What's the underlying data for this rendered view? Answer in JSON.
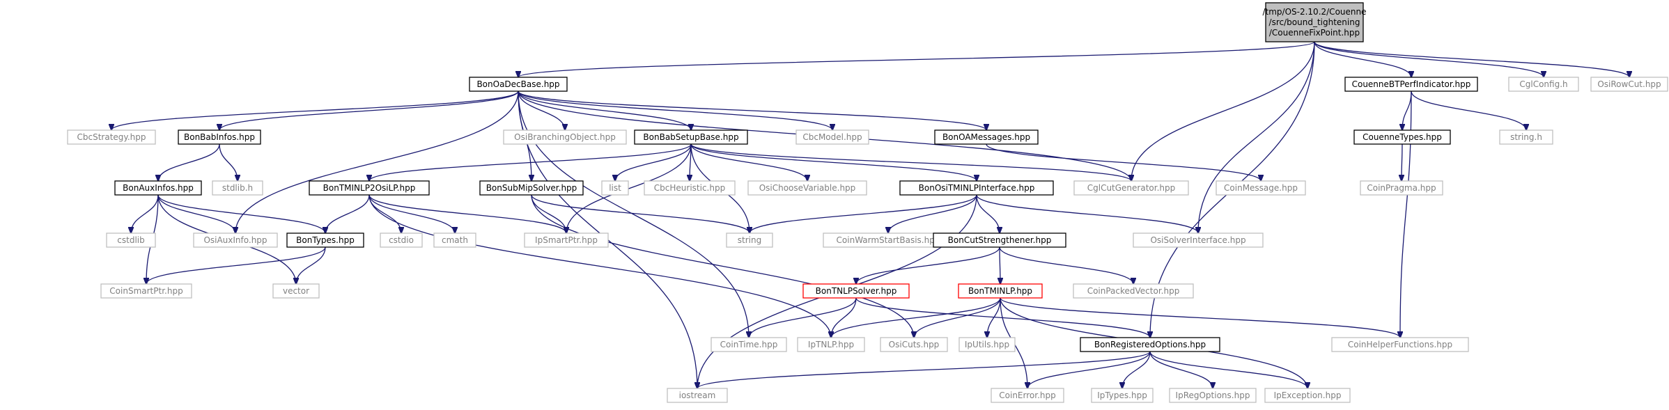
{
  "diagram": {
    "type": "include-dependency-graph",
    "nodes": [
      {
        "id": "root",
        "lines": [
          "/tmp/OS-2.10.2/Couenne",
          "/src/bound_tightening",
          "/CouenneFixPoint.hpp"
        ],
        "style": "root"
      },
      {
        "id": "BonOaDecBase",
        "lines": [
          "BonOaDecBase.hpp"
        ],
        "style": "doc"
      },
      {
        "id": "CouenneBTPerfIndicator",
        "lines": [
          "CouenneBTPerfIndicator.hpp"
        ],
        "style": "doc"
      },
      {
        "id": "CglConfig",
        "lines": [
          "CglConfig.h"
        ],
        "style": "ext"
      },
      {
        "id": "OsiRowCut",
        "lines": [
          "OsiRowCut.hpp"
        ],
        "style": "ext"
      },
      {
        "id": "CbcStrategy",
        "lines": [
          "CbcStrategy.hpp"
        ],
        "style": "ext"
      },
      {
        "id": "BonBabInfos",
        "lines": [
          "BonBabInfos.hpp"
        ],
        "style": "doc"
      },
      {
        "id": "OsiBranchingObject",
        "lines": [
          "OsiBranchingObject.hpp"
        ],
        "style": "ext"
      },
      {
        "id": "BonBabSetupBase",
        "lines": [
          "BonBabSetupBase.hpp"
        ],
        "style": "doc"
      },
      {
        "id": "CbcModel",
        "lines": [
          "CbcModel.hpp"
        ],
        "style": "ext"
      },
      {
        "id": "BonOAMessages",
        "lines": [
          "BonOAMessages.hpp"
        ],
        "style": "doc"
      },
      {
        "id": "CouenneTypes",
        "lines": [
          "CouenneTypes.hpp"
        ],
        "style": "doc"
      },
      {
        "id": "stringh",
        "lines": [
          "string.h"
        ],
        "style": "ext"
      },
      {
        "id": "BonAuxInfos",
        "lines": [
          "BonAuxInfos.hpp"
        ],
        "style": "doc"
      },
      {
        "id": "stdlibh",
        "lines": [
          "stdlib.h"
        ],
        "style": "ext"
      },
      {
        "id": "BonTMINLP2OsiLP",
        "lines": [
          "BonTMINLP2OsiLP.hpp"
        ],
        "style": "doc"
      },
      {
        "id": "BonSubMipSolver",
        "lines": [
          "BonSubMipSolver.hpp"
        ],
        "style": "doc"
      },
      {
        "id": "list",
        "lines": [
          "list"
        ],
        "style": "ext"
      },
      {
        "id": "CbcHeuristic",
        "lines": [
          "CbcHeuristic.hpp"
        ],
        "style": "ext"
      },
      {
        "id": "OsiChooseVariable",
        "lines": [
          "OsiChooseVariable.hpp"
        ],
        "style": "ext"
      },
      {
        "id": "BonOsiTMINLPInterface",
        "lines": [
          "BonOsiTMINLPInterface.hpp"
        ],
        "style": "doc"
      },
      {
        "id": "CglCutGenerator",
        "lines": [
          "CglCutGenerator.hpp"
        ],
        "style": "ext"
      },
      {
        "id": "CoinMessage",
        "lines": [
          "CoinMessage.hpp"
        ],
        "style": "ext"
      },
      {
        "id": "CoinPragma",
        "lines": [
          "CoinPragma.hpp"
        ],
        "style": "ext"
      },
      {
        "id": "cstdlib",
        "lines": [
          "cstdlib"
        ],
        "style": "ext"
      },
      {
        "id": "OsiAuxInfo",
        "lines": [
          "OsiAuxInfo.hpp"
        ],
        "style": "ext"
      },
      {
        "id": "BonTypes",
        "lines": [
          "BonTypes.hpp"
        ],
        "style": "doc"
      },
      {
        "id": "cstdio",
        "lines": [
          "cstdio"
        ],
        "style": "ext"
      },
      {
        "id": "cmath",
        "lines": [
          "cmath"
        ],
        "style": "ext"
      },
      {
        "id": "IpSmartPtr",
        "lines": [
          "IpSmartPtr.hpp"
        ],
        "style": "ext"
      },
      {
        "id": "string",
        "lines": [
          "string"
        ],
        "style": "ext"
      },
      {
        "id": "CoinWarmStartBasis",
        "lines": [
          "CoinWarmStartBasis.hpp"
        ],
        "style": "ext"
      },
      {
        "id": "BonCutStrengthener",
        "lines": [
          "BonCutStrengthener.hpp"
        ],
        "style": "doc"
      },
      {
        "id": "OsiSolverInterface",
        "lines": [
          "OsiSolverInterface.hpp"
        ],
        "style": "ext"
      },
      {
        "id": "CoinSmartPtr",
        "lines": [
          "CoinSmartPtr.hpp"
        ],
        "style": "ext"
      },
      {
        "id": "vector",
        "lines": [
          "vector"
        ],
        "style": "ext"
      },
      {
        "id": "BonTNLPSolver",
        "lines": [
          "BonTNLPSolver.hpp"
        ],
        "style": "trunc"
      },
      {
        "id": "BonTMINLP",
        "lines": [
          "BonTMINLP.hpp"
        ],
        "style": "trunc"
      },
      {
        "id": "CoinPackedVector",
        "lines": [
          "CoinPackedVector.hpp"
        ],
        "style": "ext"
      },
      {
        "id": "CoinTime",
        "lines": [
          "CoinTime.hpp"
        ],
        "style": "ext"
      },
      {
        "id": "IpTNLP",
        "lines": [
          "IpTNLP.hpp"
        ],
        "style": "ext"
      },
      {
        "id": "OsiCuts",
        "lines": [
          "OsiCuts.hpp"
        ],
        "style": "ext"
      },
      {
        "id": "IpUtils",
        "lines": [
          "IpUtils.hpp"
        ],
        "style": "ext"
      },
      {
        "id": "BonRegisteredOptions",
        "lines": [
          "BonRegisteredOptions.hpp"
        ],
        "style": "doc"
      },
      {
        "id": "CoinHelperFunctions",
        "lines": [
          "CoinHelperFunctions.hpp"
        ],
        "style": "ext"
      },
      {
        "id": "iostream",
        "lines": [
          "iostream"
        ],
        "style": "ext"
      },
      {
        "id": "CoinError",
        "lines": [
          "CoinError.hpp"
        ],
        "style": "ext"
      },
      {
        "id": "IpTypes",
        "lines": [
          "IpTypes.hpp"
        ],
        "style": "ext"
      },
      {
        "id": "IpRegOptions",
        "lines": [
          "IpRegOptions.hpp"
        ],
        "style": "ext"
      },
      {
        "id": "IpException",
        "lines": [
          "IpException.hpp"
        ],
        "style": "ext"
      }
    ],
    "edges": [
      [
        "root",
        "BonOaDecBase"
      ],
      [
        "root",
        "CouenneBTPerfIndicator"
      ],
      [
        "root",
        "CglConfig"
      ],
      [
        "root",
        "OsiRowCut"
      ],
      [
        "root",
        "CglCutGenerator"
      ],
      [
        "root",
        "OsiSolverInterface"
      ],
      [
        "root",
        "BonRegisteredOptions"
      ],
      [
        "BonOaDecBase",
        "CbcStrategy"
      ],
      [
        "BonOaDecBase",
        "BonBabInfos"
      ],
      [
        "BonOaDecBase",
        "OsiBranchingObject"
      ],
      [
        "BonOaDecBase",
        "BonBabSetupBase"
      ],
      [
        "BonOaDecBase",
        "CbcModel"
      ],
      [
        "BonOaDecBase",
        "BonOAMessages"
      ],
      [
        "BonOaDecBase",
        "BonSubMipSolver"
      ],
      [
        "BonOaDecBase",
        "CglCutGenerator"
      ],
      [
        "BonOaDecBase",
        "OsiAuxInfo"
      ],
      [
        "BonOaDecBase",
        "CoinTime"
      ],
      [
        "BonOaDecBase",
        "iostream"
      ],
      [
        "BonBabInfos",
        "BonAuxInfos"
      ],
      [
        "BonBabInfos",
        "stdlibh"
      ],
      [
        "BonAuxInfos",
        "cstdlib"
      ],
      [
        "BonAuxInfos",
        "OsiAuxInfo"
      ],
      [
        "BonAuxInfos",
        "BonTypes"
      ],
      [
        "BonAuxInfos",
        "CoinSmartPtr"
      ],
      [
        "BonAuxInfos",
        "vector"
      ],
      [
        "BonTypes",
        "vector"
      ],
      [
        "BonTypes",
        "CoinSmartPtr"
      ],
      [
        "BonBabSetupBase",
        "BonTMINLP2OsiLP"
      ],
      [
        "BonBabSetupBase",
        "list"
      ],
      [
        "BonBabSetupBase",
        "CbcHeuristic"
      ],
      [
        "BonBabSetupBase",
        "OsiChooseVariable"
      ],
      [
        "BonBabSetupBase",
        "BonOsiTMINLPInterface"
      ],
      [
        "BonBabSetupBase",
        "CglCutGenerator"
      ],
      [
        "BonBabSetupBase",
        "IpSmartPtr"
      ],
      [
        "BonBabSetupBase",
        "string"
      ],
      [
        "BonTMINLP2OsiLP",
        "BonTypes"
      ],
      [
        "BonTMINLP2OsiLP",
        "cstdio"
      ],
      [
        "BonTMINLP2OsiLP",
        "cmath"
      ],
      [
        "BonTMINLP2OsiLP",
        "IpSmartPtr"
      ],
      [
        "BonTMINLP2OsiLP",
        "IpTNLP"
      ],
      [
        "BonSubMipSolver",
        "IpSmartPtr"
      ],
      [
        "BonSubMipSolver",
        "string"
      ],
      [
        "BonSubMipSolver",
        "OsiCuts"
      ],
      [
        "BonOAMessages",
        "CoinMessage"
      ],
      [
        "CouenneBTPerfIndicator",
        "CouenneTypes"
      ],
      [
        "CouenneBTPerfIndicator",
        "stringh"
      ],
      [
        "CouenneBTPerfIndicator",
        "CoinHelperFunctions"
      ],
      [
        "CouenneTypes",
        "CoinPragma"
      ],
      [
        "BonOsiTMINLPInterface",
        "string"
      ],
      [
        "BonOsiTMINLPInterface",
        "CoinWarmStartBasis"
      ],
      [
        "BonOsiTMINLPInterface",
        "BonCutStrengthener"
      ],
      [
        "BonOsiTMINLPInterface",
        "OsiSolverInterface"
      ],
      [
        "BonOsiTMINLPInterface",
        "iostream"
      ],
      [
        "BonCutStrengthener",
        "BonTNLPSolver"
      ],
      [
        "BonCutStrengthener",
        "BonTMINLP"
      ],
      [
        "BonCutStrengthener",
        "CoinPackedVector"
      ],
      [
        "BonTNLPSolver",
        "CoinTime"
      ],
      [
        "BonTNLPSolver",
        "IpTNLP"
      ],
      [
        "BonTNLPSolver",
        "BonRegisteredOptions"
      ],
      [
        "BonTMINLP",
        "IpTNLP"
      ],
      [
        "BonTMINLP",
        "OsiCuts"
      ],
      [
        "BonTMINLP",
        "IpUtils"
      ],
      [
        "BonTMINLP",
        "CoinError"
      ],
      [
        "BonTMINLP",
        "IpException"
      ],
      [
        "BonTMINLP",
        "CoinHelperFunctions"
      ],
      [
        "BonRegisteredOptions",
        "iostream"
      ],
      [
        "BonRegisteredOptions",
        "CoinError"
      ],
      [
        "BonRegisteredOptions",
        "IpTypes"
      ],
      [
        "BonRegisteredOptions",
        "IpRegOptions"
      ],
      [
        "BonRegisteredOptions",
        "IpException"
      ]
    ],
    "colors": {
      "edge": "#191970",
      "root_fill": "#bfbfbf",
      "doc_border": "#000000",
      "ext_border": "#bfbfbf",
      "trunc_border": "#ff0000",
      "ext_text": "#808080"
    }
  }
}
